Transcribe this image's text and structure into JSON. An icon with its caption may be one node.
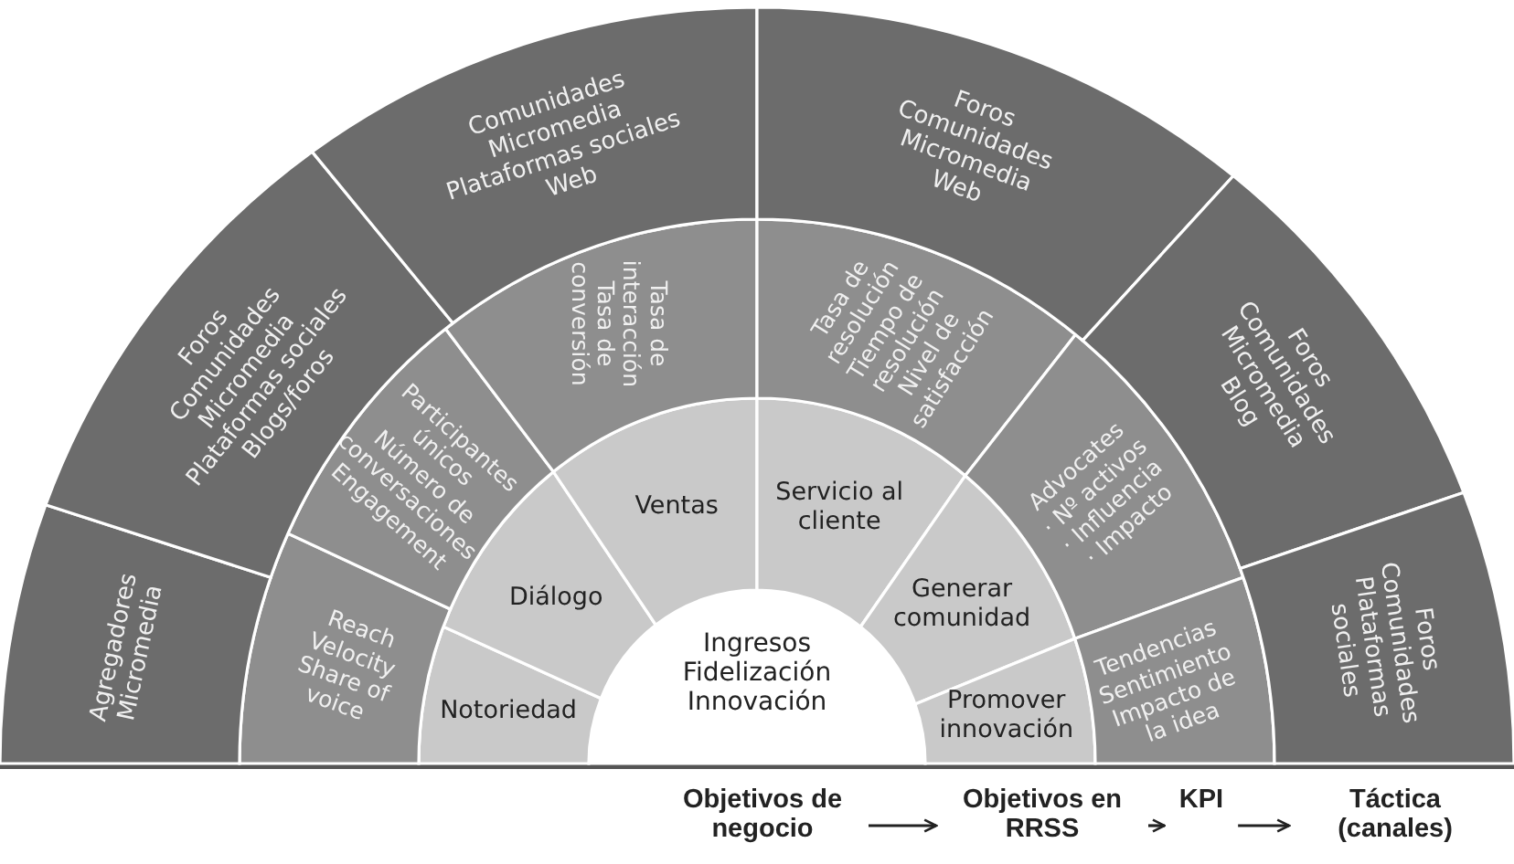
{
  "diagram": {
    "nodes": [
      {
        "text": [
          "Ingresos",
          "Fidelización",
          "Innovación"
        ]
      },
      {
        "text": [
          "Notoriedad"
        ]
      },
      {
        "text": [
          "Diálogo"
        ]
      },
      {
        "text": [
          "Ventas"
        ]
      },
      {
        "text": [
          "Servicio al cliente"
        ]
      },
      {
        "text": [
          "Generar comunidad"
        ]
      },
      {
        "text": [
          "Promover innovación"
        ]
      },
      {
        "text": [
          "Reach",
          "Velocity",
          "Share of voice"
        ]
      },
      {
        "text": [
          "Participantes únicos",
          "Número de conversaciones",
          "Engagement"
        ]
      },
      {
        "text": [
          "Tasa de interacción",
          "Tasa de conversión"
        ]
      },
      {
        "text": [
          "Tasa de resolución",
          "Tiempo de resolución",
          "Nivel de satisfacción"
        ]
      },
      {
        "text": [
          "Advocates",
          "· Nº activos",
          "· Influencia",
          "· Impacto"
        ]
      },
      {
        "text": [
          "Tendencias",
          "Sentimiento",
          "Impacto de la idea"
        ]
      },
      {
        "text": [
          "Agregadores",
          "Micromedia"
        ]
      },
      {
        "text": [
          "Foros",
          "Comunidades",
          "Micromedia",
          "Plataformas sociales",
          "Blogs/foros"
        ]
      },
      {
        "text": [
          "Comunidades",
          "Micromedia",
          "Plataformas sociales",
          "Web"
        ]
      },
      {
        "text": [
          "Foros",
          "Comunidades",
          "Micromedia",
          "Web"
        ]
      },
      {
        "text": [
          "Foros",
          "Comunidades",
          "Micromedia",
          "Blog"
        ]
      },
      {
        "text": [
          "Foros",
          "Comunidades",
          "Plataformas sociales"
        ]
      },
      {
        "text": [
          "Objetivos de negocio"
        ]
      },
      {
        "text": [
          "Objetivos en RRSS"
        ]
      },
      {
        "text": [
          "KPI"
        ]
      },
      {
        "text": [
          "Táctica (canales)"
        ]
      }
    ],
    "edges": [
      {
        "from": 19,
        "to": 20,
        "arrow": "to"
      },
      {
        "from": 20,
        "to": 21,
        "arrow": "to"
      },
      {
        "from": 21,
        "to": 22,
        "arrow": "to"
      }
    ]
  }
}
